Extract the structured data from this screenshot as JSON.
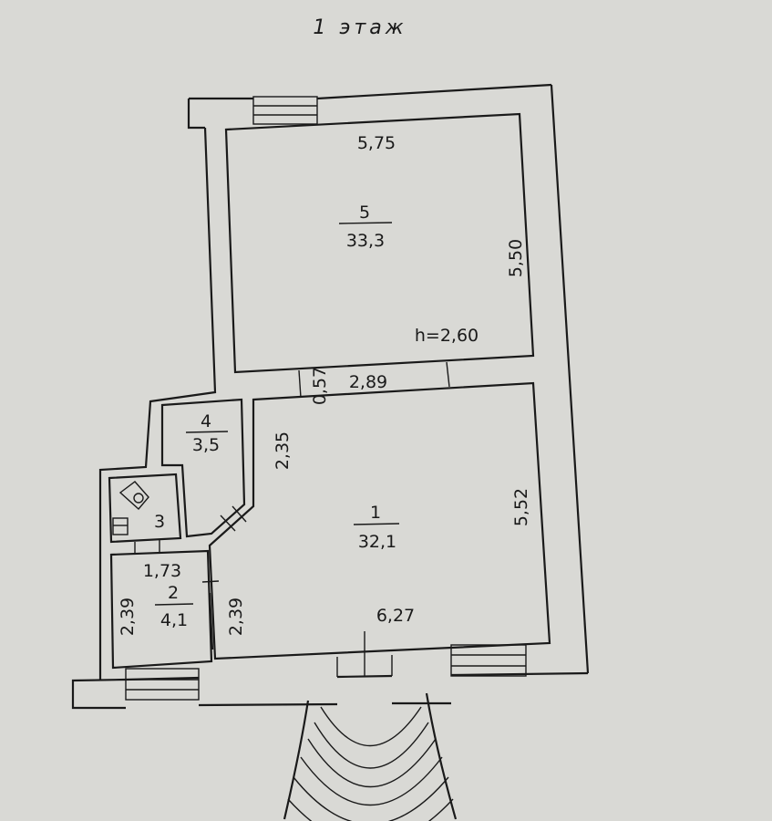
{
  "title": "1 этаж",
  "rooms": [
    {
      "number": "5",
      "area": "33,3"
    },
    {
      "number": "1",
      "area": "32,1"
    },
    {
      "number": "4",
      "area": "3,5"
    },
    {
      "number": "3"
    },
    {
      "number": "2",
      "area": "4,1"
    }
  ],
  "dimensions": {
    "room5_width": "5,75",
    "room5_depth": "5,50",
    "ceiling_height": "h=2,60",
    "doorway_offset": "0,57",
    "room1_top_width": "2,89",
    "room1_left_depth": "2,35",
    "room1_right_depth": "5,52",
    "room1_bottom_width": "6,27",
    "room2_width": "1,73",
    "room2_left_depth": "2,39",
    "room2_right_depth": "2,39"
  },
  "colors": {
    "paper": "#d9d9d5",
    "ink": "#1a1a1a"
  }
}
